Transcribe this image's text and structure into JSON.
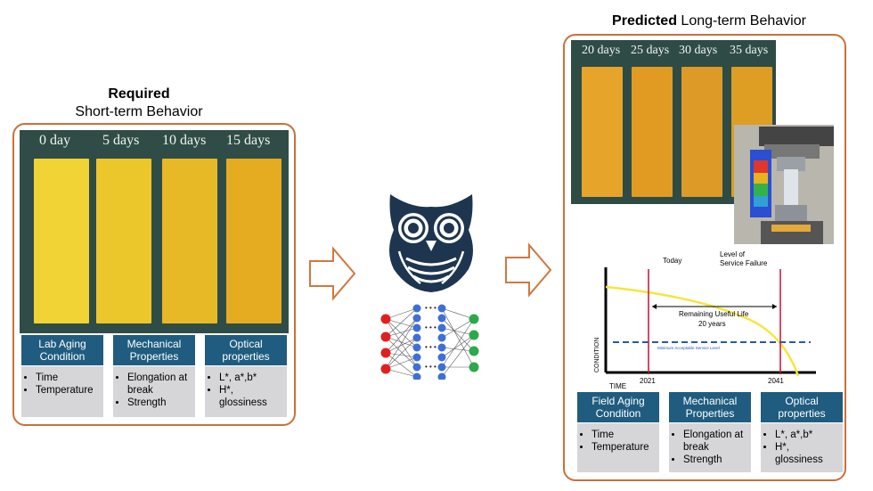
{
  "short_term": {
    "title_bold": "Required",
    "title_rest": "Short-term Behavior",
    "day_labels": [
      "0 day",
      "5 days",
      "10 days",
      "15 days"
    ],
    "strip_colors": [
      "#f1d335",
      "#ecc72c",
      "#e7b927",
      "#e5ac22"
    ],
    "categories": [
      {
        "header": "Lab Aging Condition",
        "items": [
          "Time",
          "Temperature"
        ]
      },
      {
        "header": "Mechanical Properties",
        "items": [
          "Elongation at break",
          "Strength"
        ]
      },
      {
        "header": "Optical properties",
        "items": [
          "L*, a*,b*",
          "H*, glossiness"
        ]
      }
    ]
  },
  "long_term": {
    "title_bold": "Predicted",
    "title_rest": " Long-term Behavior",
    "day_labels": [
      "20 days",
      "25 days",
      "30 days",
      "35 days"
    ],
    "strip_colors": [
      "#e6a52a",
      "#e29b22",
      "#dd9a26",
      "#de9d23"
    ],
    "categories": [
      {
        "header": "Field Aging Condition",
        "items": [
          "Time",
          "Temperature"
        ]
      },
      {
        "header": "Mechanical Properties",
        "items": [
          "Elongation at break",
          "Strength"
        ]
      },
      {
        "header": "Optical properties",
        "items": [
          "L*, a*,b*",
          "H*, glossiness"
        ]
      }
    ]
  },
  "chart": {
    "today_label": "Today",
    "failure_label_1": "Level of",
    "failure_label_2": "Service Failure",
    "rul_label_1": "Remaining Useful Life",
    "rul_label_2": "20 years",
    "min_service_label": "Minimum Acceptable Service Level",
    "y_label": "CONDITION",
    "x_label": "TIME",
    "x_tick_1": "2021",
    "x_tick_2": "2041"
  },
  "colors": {
    "panel_border": "#c9703c",
    "header_blue": "#1f5c7f",
    "body_grey": "#d6d6d8",
    "arrow": "#d0783f",
    "owl": "#1e3550"
  },
  "icons": {
    "arrow_left": "right-arrow-outline",
    "arrow_right": "right-arrow-outline",
    "model": "owl-neural-network-icon"
  }
}
